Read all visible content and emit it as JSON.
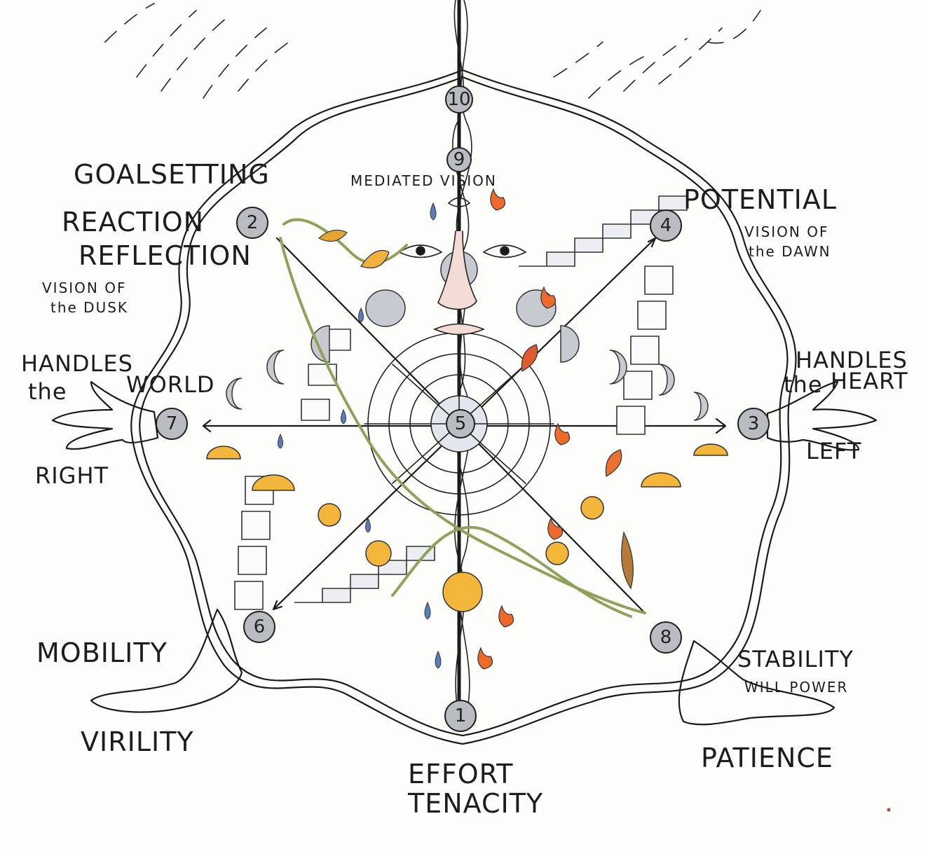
{
  "labels": {
    "goalsetting": "GOALSETTING",
    "mediated_vision": "MEDIATED VISION",
    "potential": "POTENTIAL",
    "vision_dawn_1": "VISION OF",
    "vision_dawn_2": "the DAWN",
    "reaction": "REACTION",
    "reflection": "REFLECTION",
    "vision_dusk_1": "VISION OF",
    "vision_dusk_2": "the DUSK",
    "handles_world_1": "HANDLES",
    "handles_world_2": "the",
    "handles_world_3": "WORLD",
    "right": "RIGHT",
    "handles_heart_1": "HANDLES",
    "handles_heart_2": "the",
    "handles_heart_3": "HEART",
    "left": "LEFT",
    "mobility": "MOBILITY",
    "virility": "VIRILITY",
    "stability": "STABILITY",
    "will_power": "WILL POWER",
    "patience": "PATIENCE",
    "effort": "EFFORT",
    "tenacity": "TENACITY"
  },
  "nodes": [
    "1",
    "2",
    "3",
    "4",
    "5",
    "6",
    "7",
    "8",
    "9",
    "10"
  ],
  "colors": {
    "ink": "#1a1a1a",
    "node_fill": "#b9bcc0",
    "sun": "#f4b63a",
    "flame": "#ef6a2a",
    "vine": "#8fa25a",
    "drop": "#5a7fb8",
    "skin": "#f1d9d2",
    "stair_shadow": "#d7d9de"
  }
}
